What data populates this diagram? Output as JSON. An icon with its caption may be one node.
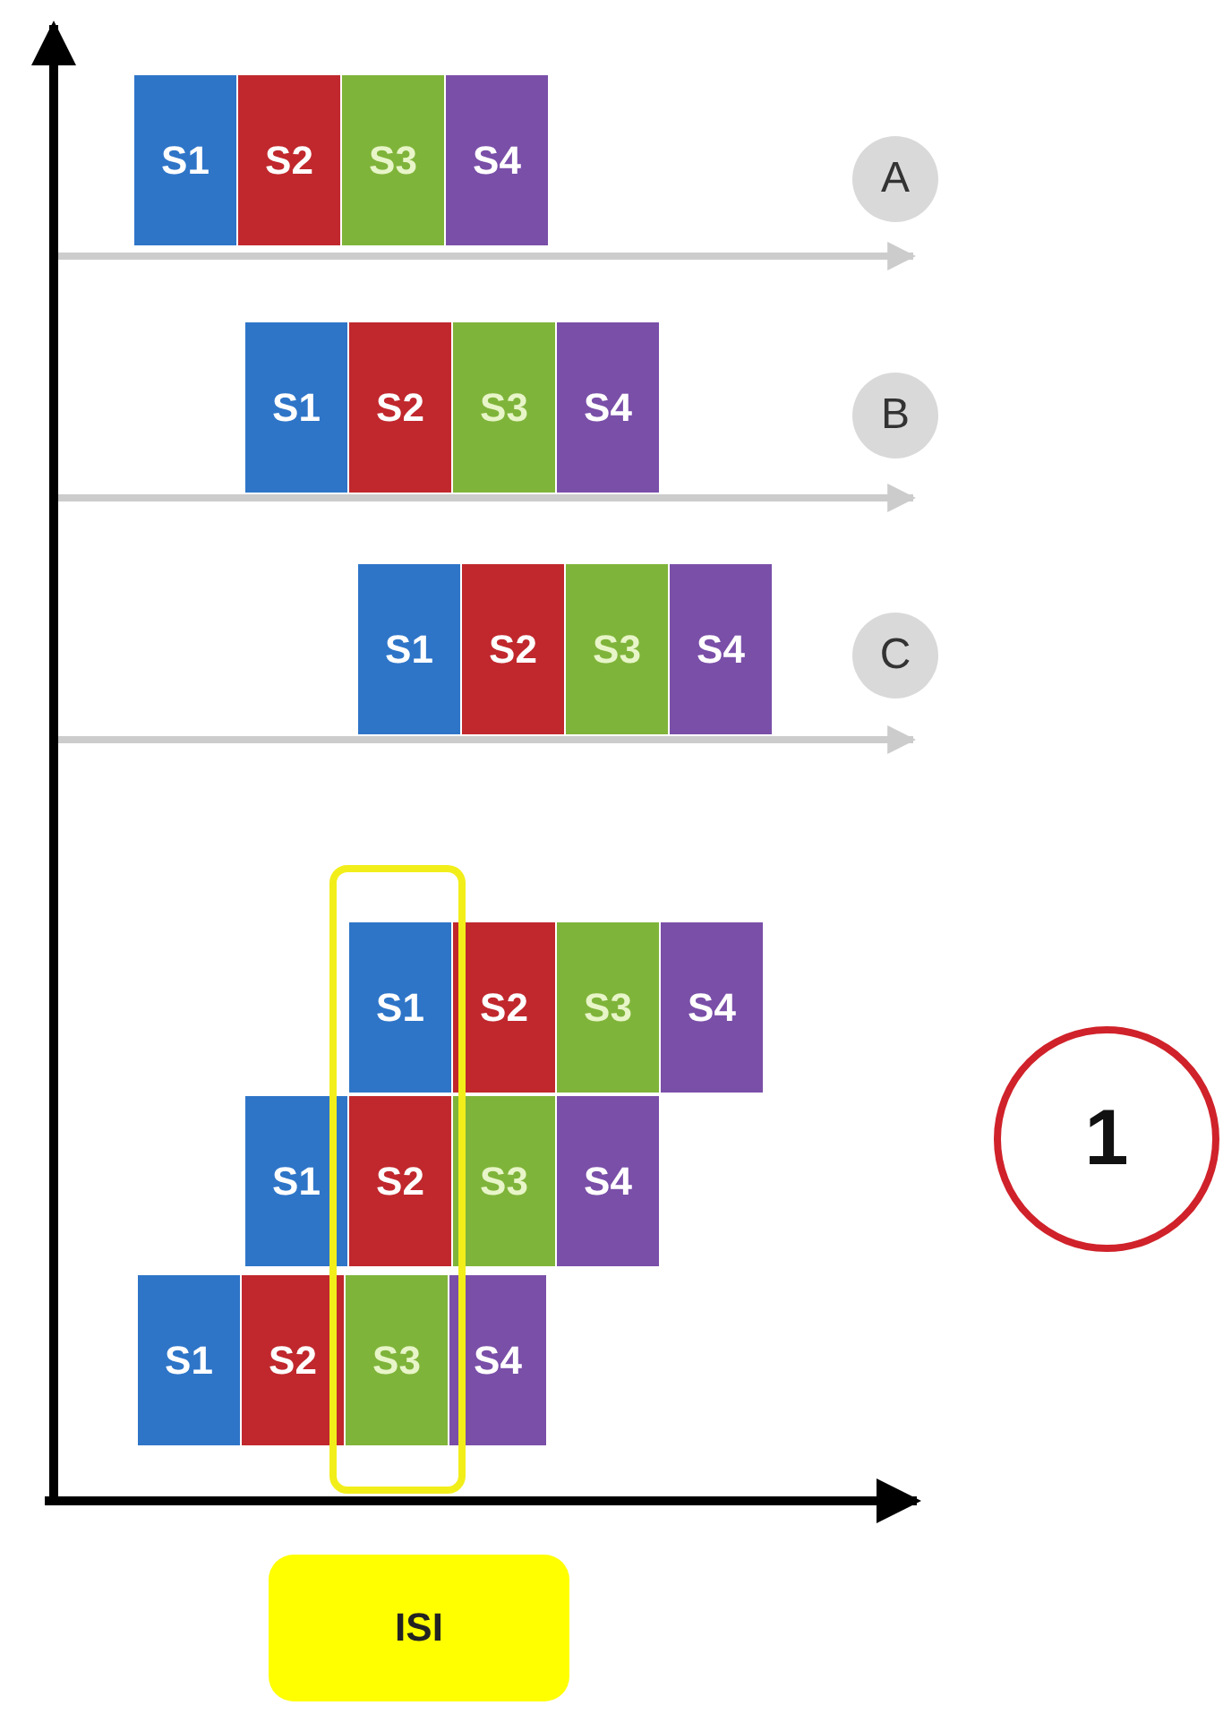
{
  "diagram": {
    "nodes": [
      {
        "text": [
          "S1"
        ]
      },
      {
        "text": [
          "S2"
        ]
      },
      {
        "text": [
          "S3"
        ]
      },
      {
        "text": [
          "S4"
        ]
      },
      {
        "text": [
          "A"
        ]
      },
      {
        "text": [
          "S1"
        ]
      },
      {
        "text": [
          "S2"
        ]
      },
      {
        "text": [
          "S3"
        ]
      },
      {
        "text": [
          "S4"
        ]
      },
      {
        "text": [
          "B"
        ]
      },
      {
        "text": [
          "S1"
        ]
      },
      {
        "text": [
          "S2"
        ]
      },
      {
        "text": [
          "S3"
        ]
      },
      {
        "text": [
          "S4"
        ]
      },
      {
        "text": [
          "C"
        ]
      },
      {
        "text": [
          "S1"
        ]
      },
      {
        "text": [
          "S2"
        ]
      },
      {
        "text": [
          "S3"
        ]
      },
      {
        "text": [
          "S4"
        ]
      },
      {
        "text": [
          "1"
        ]
      },
      {
        "text": [
          "S1"
        ]
      },
      {
        "text": [
          "S2"
        ]
      },
      {
        "text": [
          "S3"
        ]
      },
      {
        "text": [
          "S4"
        ]
      },
      {
        "text": [
          "S1"
        ]
      },
      {
        "text": [
          "S2"
        ]
      },
      {
        "text": [
          "S3"
        ]
      },
      {
        "text": [
          "S4"
        ]
      },
      {
        "text": [
          "ISI"
        ]
      }
    ]
  }
}
